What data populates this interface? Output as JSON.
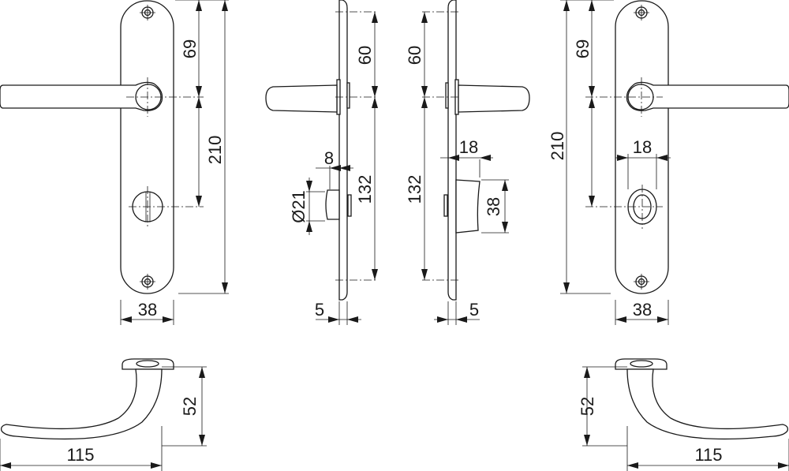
{
  "drawing": {
    "front_left": {
      "top_to_handle": "69",
      "total_height": "210",
      "width": "38"
    },
    "side_left": {
      "top_to_handle": "60",
      "handle_to_bottom": "132",
      "knob_offset": "8",
      "knob_diameter": "Ø21",
      "thickness": "5"
    },
    "side_right": {
      "top_to_handle": "60",
      "handle_to_bottom": "132",
      "turn_projection": "18",
      "turn_height": "38",
      "thickness": "5"
    },
    "front_right": {
      "top_to_handle": "69",
      "total_height": "210",
      "turn_width": "18",
      "width": "38"
    },
    "top_left": {
      "height": "52",
      "length": "115"
    },
    "top_right": {
      "height": "52",
      "length": "115"
    }
  }
}
